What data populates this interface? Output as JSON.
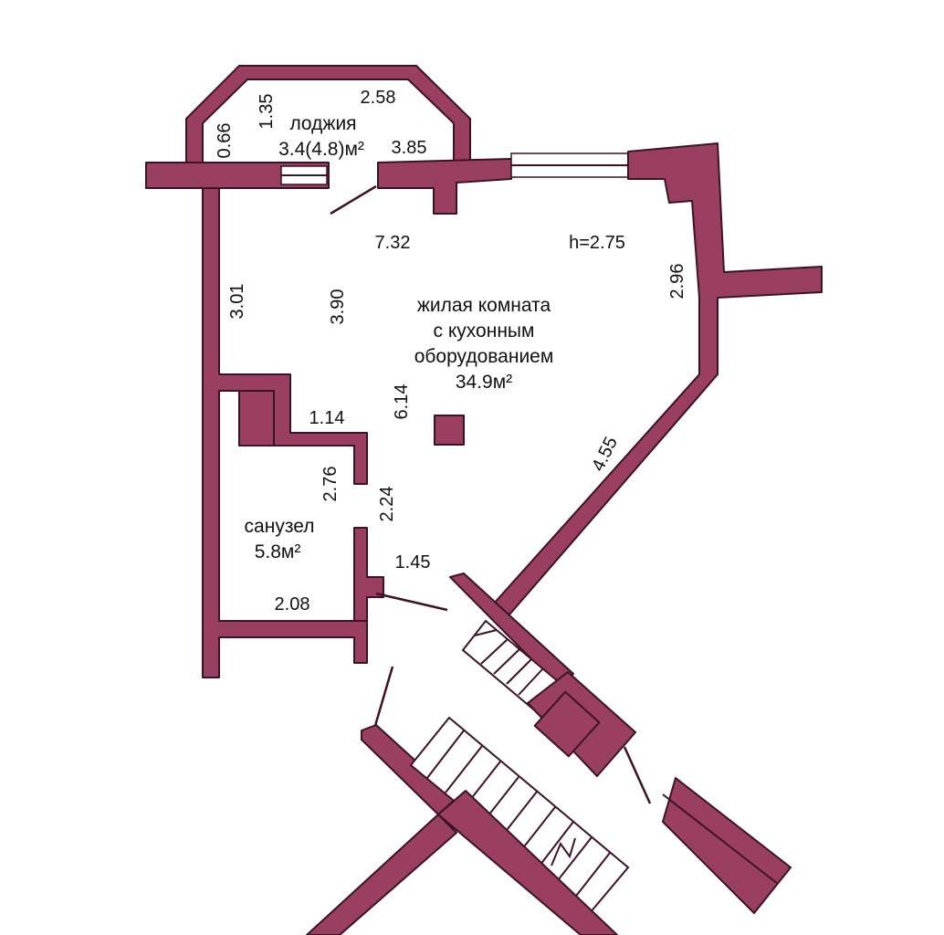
{
  "colors": {
    "wall": "#9a3f62",
    "edge": "#3a1424",
    "background": "#ffffff"
  },
  "rooms": {
    "loggia": {
      "name": "лоджия",
      "area": "3.4(4.8)м²"
    },
    "living": {
      "line1": "жилая комната",
      "line2": "с кухонным",
      "line3": "оборудованием",
      "area": "34.9м²"
    },
    "bathroom": {
      "name": "санузел",
      "area": "5.8м²"
    }
  },
  "ceiling_height": "h=2.75",
  "dimensions": {
    "loggia_top": "2.58",
    "loggia_diag": "1.35",
    "loggia_side": "0.66",
    "loggia_width": "3.85",
    "living_length": "7.32",
    "living_left": "3.01",
    "living_inner": "3.90",
    "right_wall": "2.96",
    "diagonal_wall": "4.55",
    "center_height": "6.14",
    "bath_top": "1.14",
    "bath_side": "2.76",
    "hall_side": "2.24",
    "entry": "1.45",
    "bath_bottom": "2.08"
  }
}
